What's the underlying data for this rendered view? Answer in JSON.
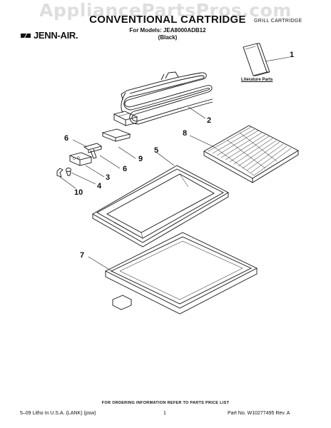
{
  "watermark": "AppliancePartsPros.com",
  "header": {
    "title": "CONVENTIONAL CARTRIDGE",
    "models": "For Models: JEA8000ADB12",
    "color": "(Black)",
    "section": "GRILL CARTRIDGE",
    "brand": "JENN-AIR."
  },
  "literature_label": "Literature Parts",
  "callouts": [
    "1",
    "2",
    "8",
    "6",
    "9",
    "5",
    "6",
    "3",
    "4",
    "10",
    "7"
  ],
  "footer": {
    "note": "FOR ORDERING INFORMATION REFER TO PARTS PRICE LIST",
    "left": "5–09 Litho In U.S.A. (LANK) (psw)",
    "page": "1",
    "right": "Part No. W10277495 Rev. A"
  }
}
